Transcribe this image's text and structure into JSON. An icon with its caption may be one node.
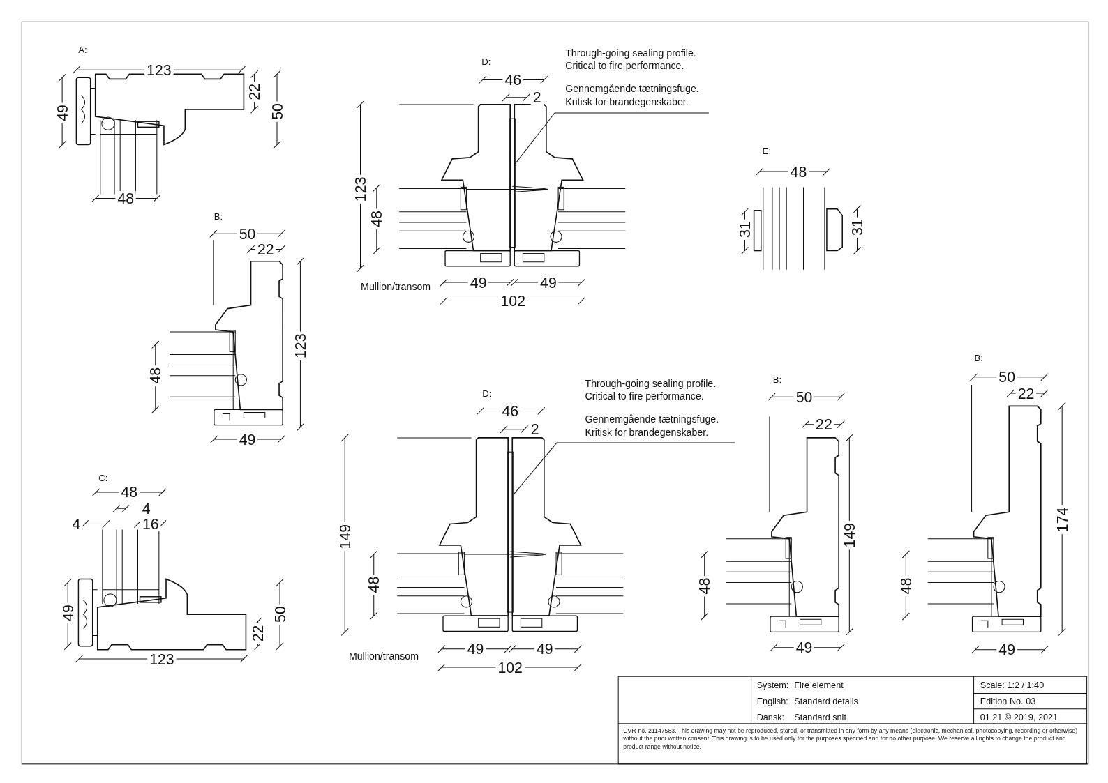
{
  "diagram": {
    "nodes": [
      {
        "text": [
          "Through-going sealing profile. Critical to fire performance.",
          "Gennemgående tætningsfuge. Kritisk for brandegenskaber."
        ]
      },
      {
        "text": [
          "Through-going sealing profile. Critical to fire performance.",
          "Gennemgående tætningsfuge. Kritisk for brandegenskaber."
        ]
      }
    ],
    "edges": [
      {
        "from": 0,
        "to": null,
        "arrow": "none"
      },
      {
        "from": 1,
        "to": null,
        "arrow": "none"
      }
    ],
    "labels": [
      "A:",
      "123",
      "22",
      "49",
      "50",
      "48",
      "B:",
      "50",
      "22",
      "48",
      "123",
      "49",
      "C:",
      "48",
      "4",
      "4",
      "16",
      "49",
      "50",
      "22",
      "123",
      "D:",
      "46",
      "2",
      "123",
      "48",
      "Mullion/transom",
      "49",
      "49",
      "102",
      "D:",
      "46",
      "2",
      "149",
      "48",
      "Mullion/transom",
      "49",
      "49",
      "102",
      "E:",
      "48",
      "31",
      "31",
      "B:",
      "50",
      "22",
      "149",
      "48",
      "49",
      "B:",
      "50",
      "22",
      "174",
      "48",
      "49",
      "System:",
      "Fire element",
      "Scale: 1:2 / 1:40",
      "English:",
      "Standard details",
      "Edition No. 03",
      "Dansk:",
      "Standard snit",
      "01.21 © 2019, 2021",
      "CVR-no. 21147583. This drawing may not be reproduced, stored, or transmitted in any form by any means (electronic, mechanical, photocopying, recording or otherwise) without the prior written consent. This drawing is to be used only for the purposes specified and for no other purpose. We reserve all rights to change the product and product range without notice."
    ]
  }
}
